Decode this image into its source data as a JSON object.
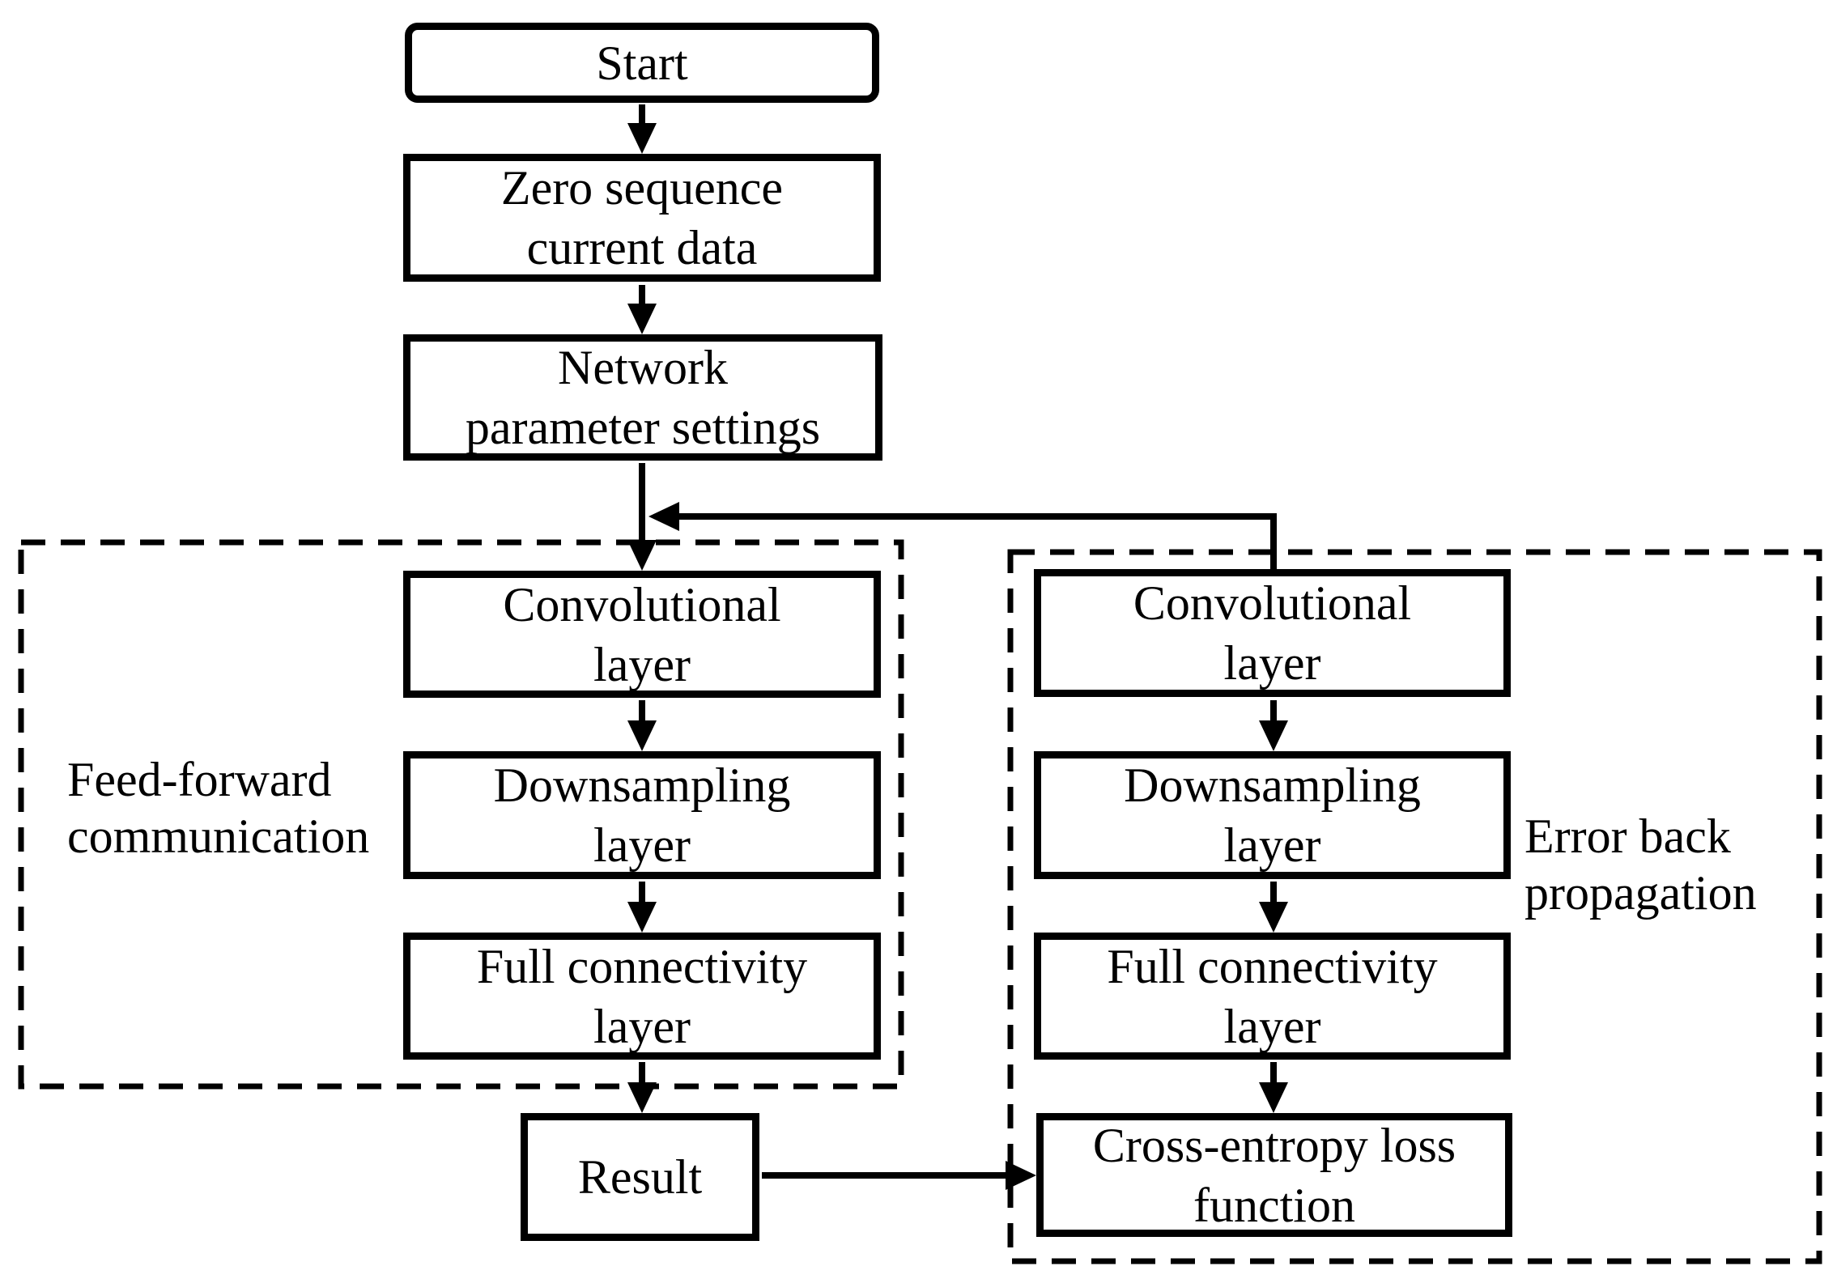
{
  "diagram": {
    "background_color": "#ffffff",
    "line_color": "#000000",
    "nodes": {
      "start": {
        "lines": [
          "Start"
        ]
      },
      "zero_sequence": {
        "lines": [
          "Zero sequence",
          "current data"
        ]
      },
      "network_params": {
        "lines": [
          "Network",
          "parameter settings"
        ]
      },
      "ff_conv": {
        "lines": [
          "Convolutional",
          "layer"
        ]
      },
      "ff_down": {
        "lines": [
          "Downsampling",
          "layer"
        ]
      },
      "ff_full": {
        "lines": [
          "Full connectivity",
          "layer"
        ]
      },
      "result": {
        "lines": [
          "Result"
        ]
      },
      "bp_conv": {
        "lines": [
          "Convolutional",
          "layer"
        ]
      },
      "bp_down": {
        "lines": [
          "Downsampling",
          "layer"
        ]
      },
      "bp_full": {
        "lines": [
          "Full connectivity",
          "layer"
        ]
      },
      "cross_entropy": {
        "lines": [
          "Cross-entropy loss",
          "function"
        ]
      }
    },
    "groups": {
      "feed_forward": {
        "lines": [
          "Feed-forward",
          "communication"
        ]
      },
      "error_back": {
        "lines": [
          "Error back",
          "propagation"
        ]
      }
    }
  }
}
